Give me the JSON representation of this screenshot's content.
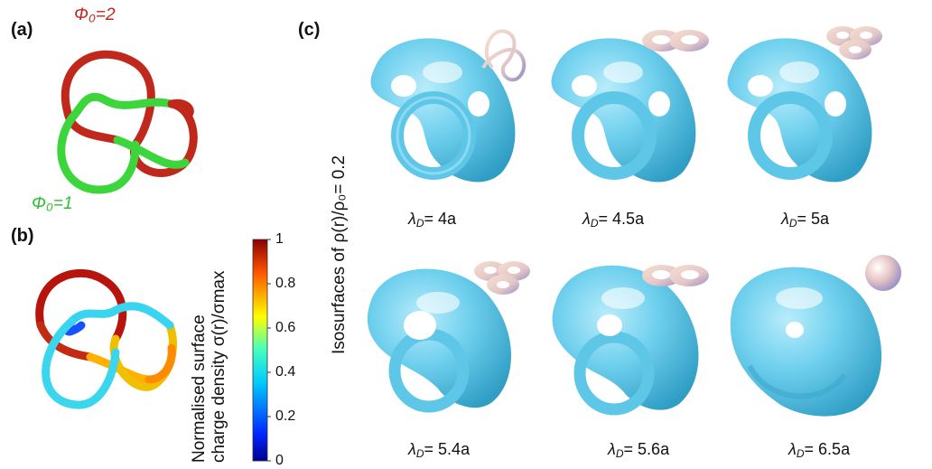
{
  "panels": {
    "a": "(a)",
    "b": "(b)",
    "c": "(c)"
  },
  "panel_a": {
    "phi_top": "Φ₀=2",
    "phi_bottom": "Φ₀=1",
    "colors": {
      "red": "#c0281c",
      "green": "#3cd63c"
    }
  },
  "panel_b": {
    "colorbar_label_line1": "Normalised surface",
    "colorbar_label_line2": "charge density σ(r)/σmax",
    "ticks": [
      "1",
      "0.8",
      "0.6",
      "0.4",
      "0.2",
      "0"
    ]
  },
  "panel_c": {
    "ylabel": "Isosurfaces of ρ(r)/ρ₀= 0.2",
    "surface_color": "#59c3e6",
    "labels": [
      {
        "lambda": "λD",
        "value": "= 4a"
      },
      {
        "lambda": "λD",
        "value": "= 4.5a"
      },
      {
        "lambda": "λD",
        "value": "= 5a"
      },
      {
        "lambda": "λD",
        "value": "= 5.4a"
      },
      {
        "lambda": "λD",
        "value": "= 5.6a"
      },
      {
        "lambda": "λD",
        "value": "= 6.5a"
      }
    ],
    "insets": [
      "trefoil-knot",
      "double-torus",
      "triple-torus",
      "triple-torus",
      "double-torus",
      "sphere"
    ]
  }
}
